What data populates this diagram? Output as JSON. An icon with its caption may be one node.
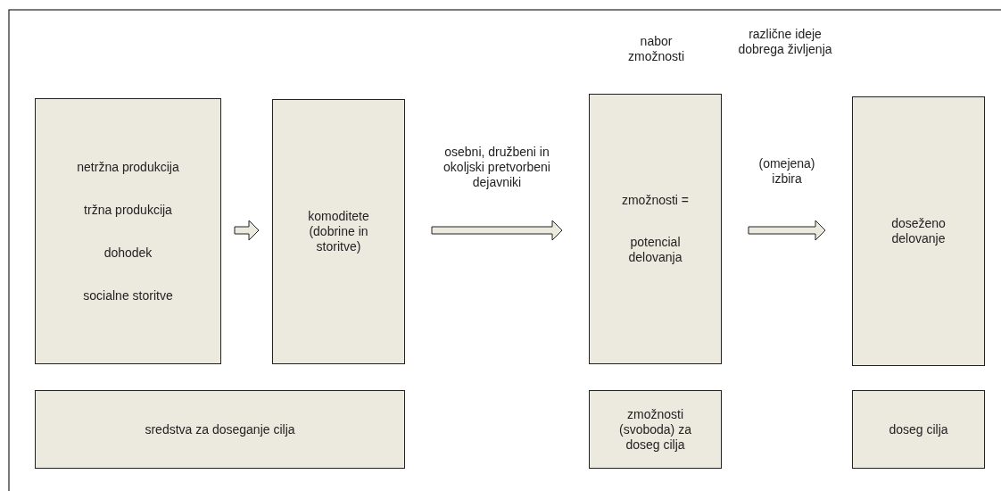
{
  "diagram": {
    "nodes": [
      {
        "text": [
          "netržna produkcija",
          "tržna produkcija",
          "dohodek",
          "socialne storitve"
        ]
      },
      {
        "text": [
          "komoditete (dobrine in storitve)"
        ]
      },
      {
        "text": [
          "nabor zmožnosti",
          "zmožnosti =",
          "potencial delovanja"
        ]
      },
      {
        "text": [
          "doseženo delovanje"
        ]
      },
      {
        "text": [
          "sredstva za doseganje cilja"
        ]
      },
      {
        "text": [
          "zmožnosti (svoboda) za doseg cilja"
        ]
      },
      {
        "text": [
          "doseg cilja"
        ]
      }
    ],
    "edges": [
      {
        "from": 0,
        "to": 1,
        "arrow": "to"
      },
      {
        "from": 1,
        "to": 2,
        "arrow": "to",
        "label": "osebni, družbeni in okoljski pretvorbeni dejavniki"
      },
      {
        "from": 2,
        "to": 3,
        "arrow": "to",
        "label": "(omejena) izbira"
      }
    ],
    "labels": [
      "različne ideje dobrega življenja"
    ]
  }
}
